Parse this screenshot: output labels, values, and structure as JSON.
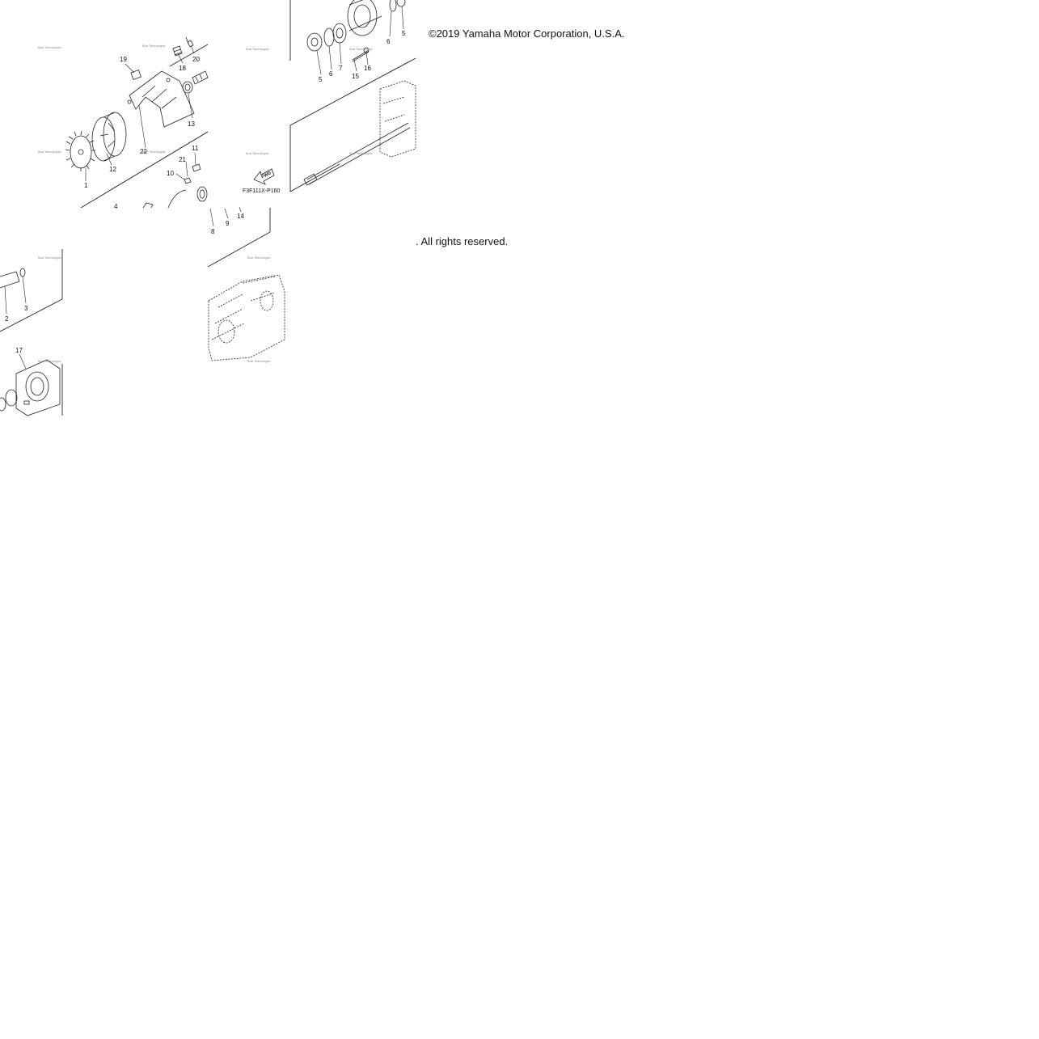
{
  "copyright": "©2019 Yamaha Motor Corporation, U.S.A.",
  "rights": ". All rights reserved.",
  "diagram_code": "F3F111X-P160",
  "fwd_label": "FWD",
  "watermark_text": "Boat Technologies",
  "callouts": [
    "1",
    "2",
    "3",
    "4",
    "5",
    "6",
    "7",
    "8",
    "9",
    "10",
    "11",
    "12",
    "13",
    "14",
    "15",
    "16",
    "17",
    "18",
    "19",
    "20",
    "21",
    "22"
  ]
}
